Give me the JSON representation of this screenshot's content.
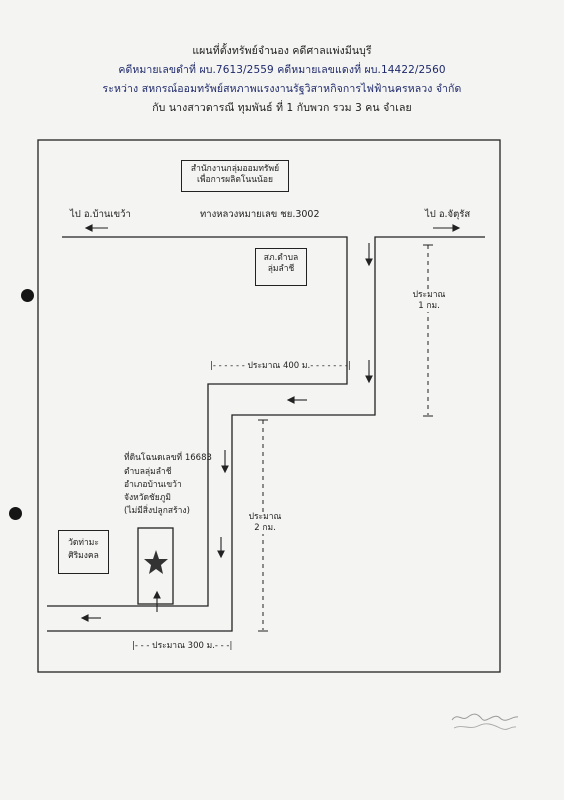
{
  "header": {
    "title": "แผนที่ตั้งทรัพย์จำนอง  คดีศาลแพ่งมีนบุรี",
    "case_line": "คดีหมายเลขดำที่  ผบ.7613/2559  คดีหมายเลขแดงที่  ผบ.14422/2560",
    "between_line": "ระหว่าง  สหกรณ์ออมทรัพย์สหภาพแรงงานรัฐวิสาหกิจการไฟฟ้านครหลวง  จำกัด",
    "with_line": "กับ  นางสาวดารณี  ทุมพันธ์  ที่  1  กับพวก  รวม  3  คน  จำเลย"
  },
  "map": {
    "savings_group_box": "สำนักงานกลุ่มออมทรัพย์\nเพื่อการผลิตโนนน้อย",
    "to_left": "ไป  อ.บ้านเขว้า",
    "highway": "ทางหลวงหมายเลข  ชย.3002",
    "to_right": "ไป  อ.จัตุรัส",
    "health_station_box": "สภ.ตำบล\nลุ่มลำชี",
    "dist_1km": "ประมาณ\n1  กม.",
    "dist_400m": "|-  -  -  -  -  -  ประมาณ  400  ม.-  -  -  -  -  -  -|",
    "dist_2km": "ประมาณ\n2  กม.",
    "dist_300m": "|-  -  -  ประมาณ  300  ม.-  -  -|",
    "land_title": "ที่ดินโฉนดเลขที่    16683",
    "land_detail": "ตำบลลุ่มลำชี\nอำเภอบ้านเขว้า\nจังหวัดชัยภูมิ\n(ไม่มีสิ่งปลูกสร้าง)",
    "temple_box": "วัดท่ามะ\nศิริมงคล",
    "property_marker": "star-icon",
    "line_color": "#222222",
    "star_color": "#333333"
  }
}
